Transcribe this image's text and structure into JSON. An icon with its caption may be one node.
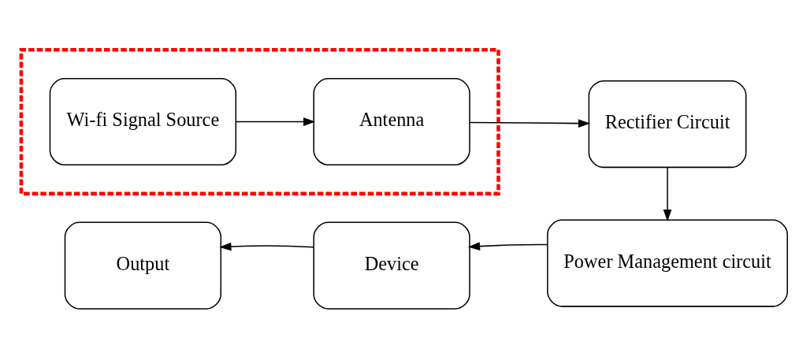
{
  "diagram": {
    "nodes": [
      {
        "text": [],
        "shape": "box"
      },
      {
        "text": [
          "Wi-fi Signal Source"
        ],
        "in": 0
      },
      {
        "text": [
          "Antenna"
        ],
        "in": 0
      },
      {
        "text": [
          "Rectifier Circuit"
        ]
      },
      {
        "text": [
          "Power Management circuit"
        ]
      },
      {
        "text": [
          "Device"
        ]
      },
      {
        "text": [
          "Output"
        ]
      }
    ],
    "edges": [
      {
        "from": 1,
        "to": 2,
        "arrow": "to"
      },
      {
        "from": 2,
        "to": 3,
        "arrow": "to"
      },
      {
        "from": 3,
        "to": 4,
        "arrow": "to"
      },
      {
        "from": 4,
        "to": 5,
        "arrow": "to"
      },
      {
        "from": 5,
        "to": 6,
        "arrow": "to"
      }
    ]
  }
}
